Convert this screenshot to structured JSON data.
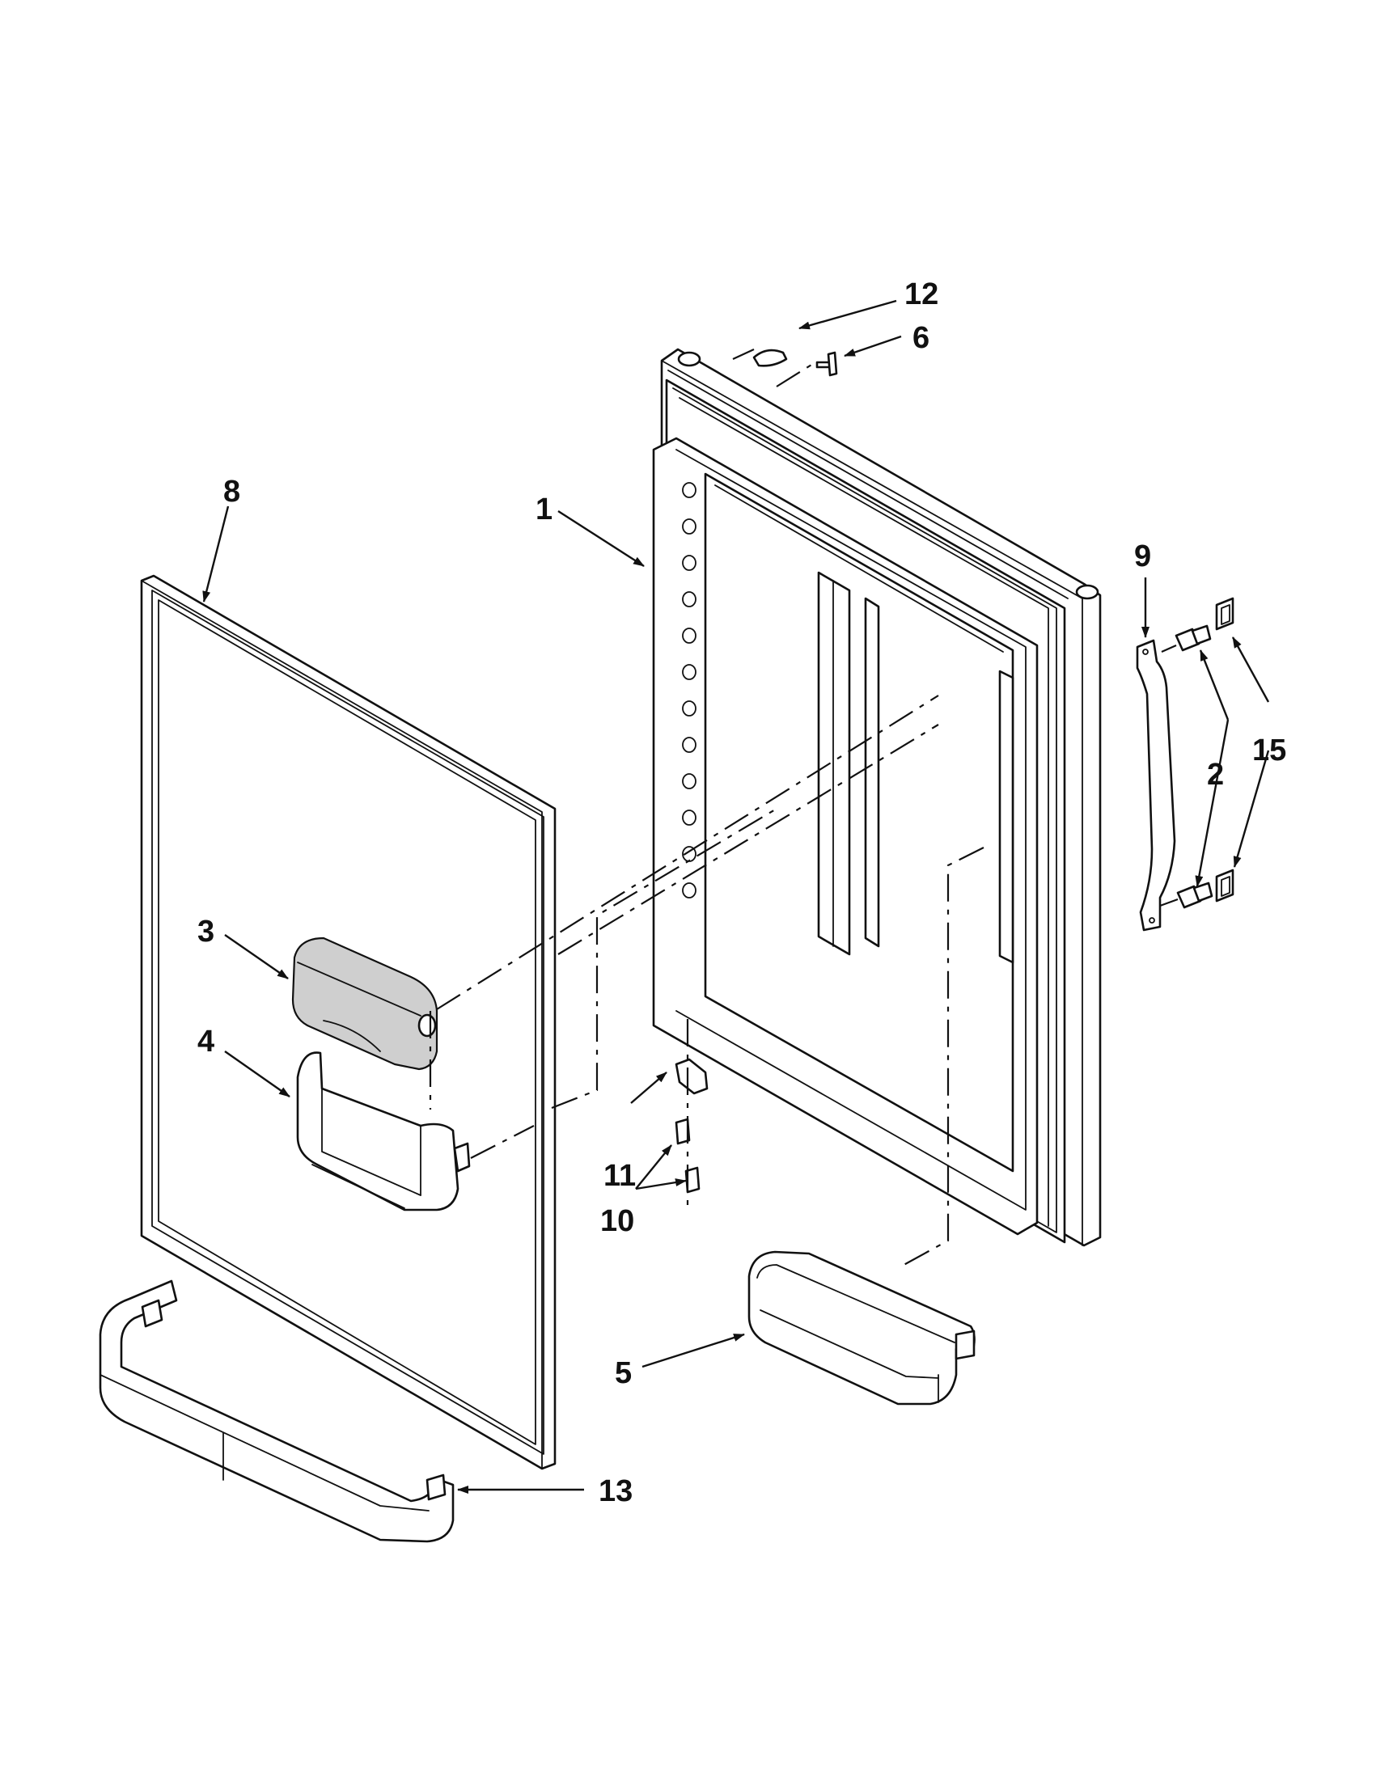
{
  "callouts": {
    "c1": "1",
    "c2": "2",
    "c3": "3",
    "c4": "4",
    "c5": "5",
    "c6": "6",
    "c8": "8",
    "c9": "9",
    "c10": "10",
    "c11": "11",
    "c12": "12",
    "c13": "13",
    "c15": "15"
  }
}
